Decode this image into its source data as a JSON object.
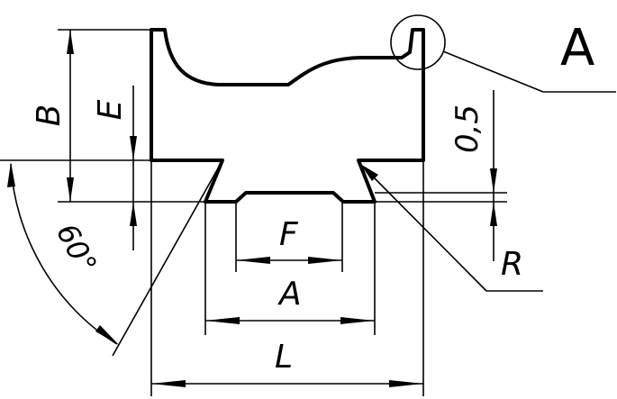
{
  "drawing": {
    "detail_label": "A",
    "labels": {
      "B": "B",
      "E": "E",
      "angle": "60°",
      "offset": "0,5",
      "R": "R",
      "F": "F",
      "A": "A",
      "L": "L"
    }
  }
}
